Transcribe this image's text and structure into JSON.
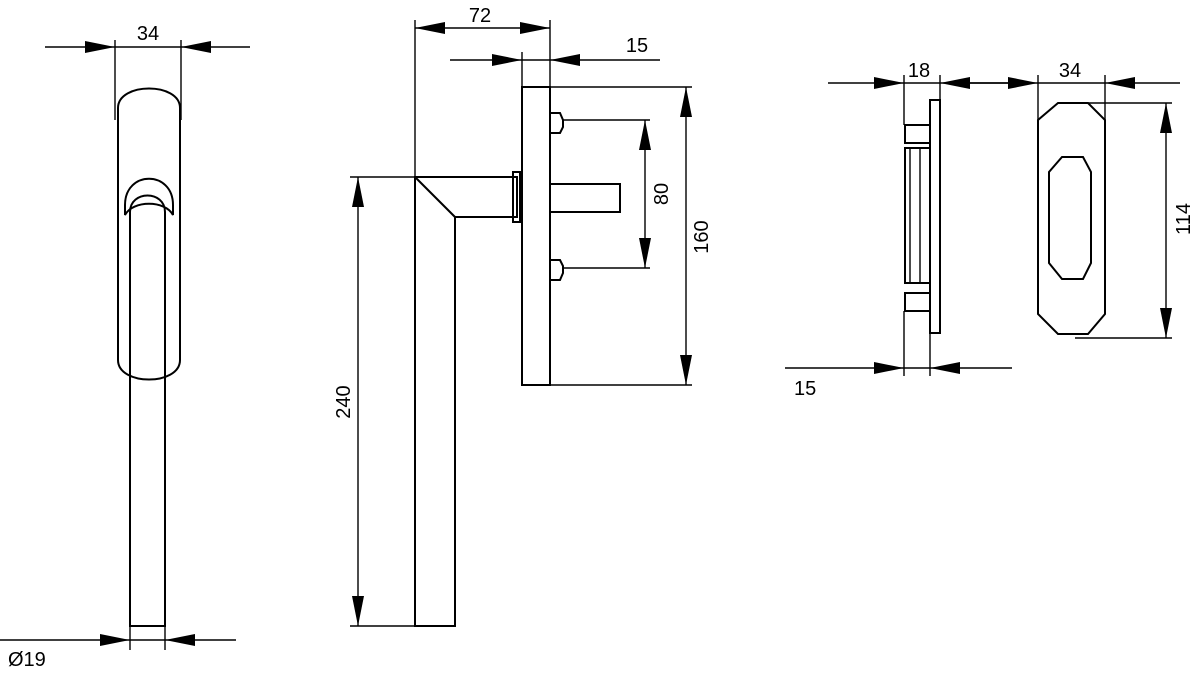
{
  "dimensions": {
    "front_width": "34",
    "front_stem_diameter": "Ø19",
    "side_projection": "72",
    "side_rose_depth": "15",
    "side_spindle_spacing": "80",
    "side_rose_height": "160",
    "side_handle_length": "240",
    "rose_thickness": "18",
    "rose_thickness_inner": "15",
    "rose_width": "34",
    "rose_height": "114"
  },
  "colors": {
    "line": "#000000",
    "background": "#ffffff"
  }
}
